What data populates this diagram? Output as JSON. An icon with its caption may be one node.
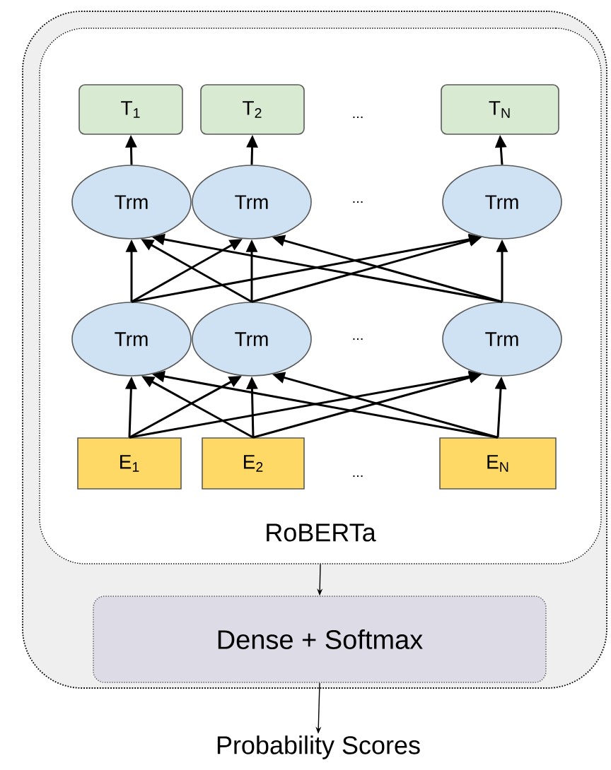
{
  "diagram": {
    "nodes": [
      {
        "text": [],
        "shape": "box"
      },
      {
        "text": [
          "RoBERTa"
        ],
        "in": 0
      },
      {
        "text": [
          "T$_{1}$"
        ],
        "in": 1
      },
      {
        "text": [
          "T$_{2}$"
        ],
        "in": 1
      },
      {
        "text": [
          "T$_{N}$"
        ],
        "in": 1
      },
      {
        "text": [
          "Trm"
        ],
        "in": 1
      },
      {
        "text": [
          "Trm"
        ],
        "in": 1
      },
      {
        "text": [
          "Trm"
        ],
        "in": 1
      },
      {
        "text": [
          "Trm"
        ],
        "in": 1
      },
      {
        "text": [
          "Trm"
        ],
        "in": 1
      },
      {
        "text": [
          "Trm"
        ],
        "in": 1
      },
      {
        "text": [
          "E$_{1}$"
        ],
        "in": 1
      },
      {
        "text": [
          "E$_{2}$"
        ],
        "in": 1
      },
      {
        "text": [
          "E$_{N}$"
        ],
        "in": 1
      },
      {
        "text": [
          "Dense + Softmax"
        ],
        "in": 0
      },
      {
        "text": [
          "Probability Scores"
        ]
      }
    ],
    "edges": [
      {
        "from": 11,
        "to": 8,
        "arrow": "to"
      },
      {
        "from": 11,
        "to": 9,
        "arrow": "to"
      },
      {
        "from": 11,
        "to": 10,
        "arrow": "to"
      },
      {
        "from": 12,
        "to": 8,
        "arrow": "to"
      },
      {
        "from": 12,
        "to": 9,
        "arrow": "to"
      },
      {
        "from": 12,
        "to": 10,
        "arrow": "to"
      },
      {
        "from": 13,
        "to": 8,
        "arrow": "to"
      },
      {
        "from": 13,
        "to": 9,
        "arrow": "to"
      },
      {
        "from": 13,
        "to": 10,
        "arrow": "to"
      },
      {
        "from": 8,
        "to": 5,
        "arrow": "to"
      },
      {
        "from": 8,
        "to": 6,
        "arrow": "to"
      },
      {
        "from": 8,
        "to": 7,
        "arrow": "to"
      },
      {
        "from": 9,
        "to": 5,
        "arrow": "to"
      },
      {
        "from": 9,
        "to": 6,
        "arrow": "to"
      },
      {
        "from": 9,
        "to": 7,
        "arrow": "to"
      },
      {
        "from": 10,
        "to": 5,
        "arrow": "to"
      },
      {
        "from": 10,
        "to": 6,
        "arrow": "to"
      },
      {
        "from": 10,
        "to": 7,
        "arrow": "to"
      },
      {
        "from": 5,
        "to": 2,
        "arrow": "to"
      },
      {
        "from": 6,
        "to": 3,
        "arrow": "to"
      },
      {
        "from": 7,
        "to": 4,
        "arrow": "to"
      },
      {
        "from": 1,
        "to": 14,
        "arrow": "to"
      },
      {
        "from": 14,
        "to": 15,
        "arrow": "to"
      }
    ],
    "labels": [
      "...",
      "...",
      "...",
      "..."
    ]
  }
}
